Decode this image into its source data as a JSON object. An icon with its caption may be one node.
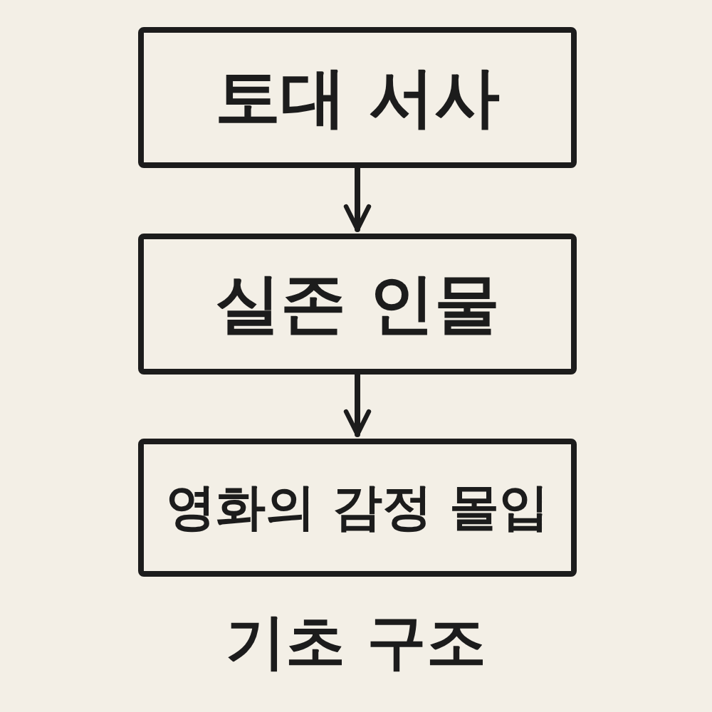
{
  "diagram": {
    "caption": "기초 구조",
    "nodes": [
      {
        "text": [
          "토대 서사"
        ]
      },
      {
        "text": [
          "실존 인물"
        ]
      },
      {
        "text": [
          "영화의 감정 몰입"
        ]
      }
    ],
    "edges": [
      {
        "from": 0,
        "to": 1,
        "arrow": "to"
      },
      {
        "from": 1,
        "to": 2,
        "arrow": "to"
      }
    ]
  }
}
